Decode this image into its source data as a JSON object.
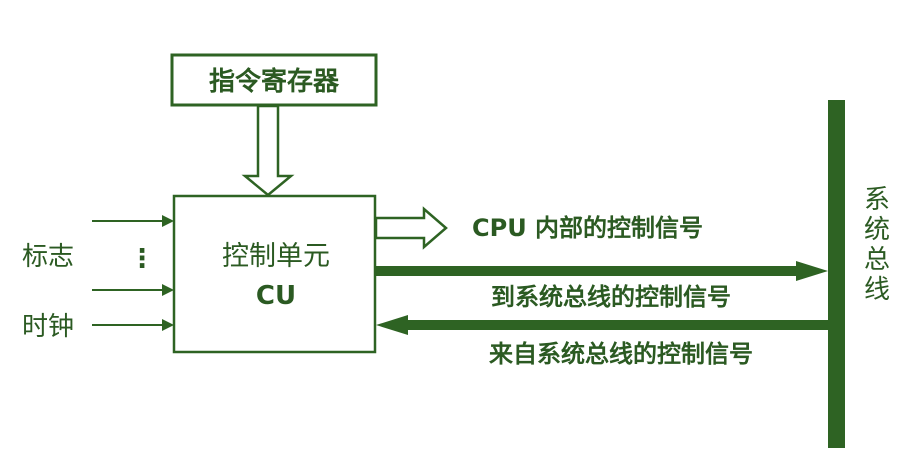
{
  "diagram": {
    "ir_box_label": "指令寄存器",
    "cu_box_label_line1": "控制单元",
    "cu_box_label_line2": "CU",
    "input_flags_label": "标志",
    "input_ellipsis": "⋮",
    "input_clock_label": "时钟",
    "cpu_internal_signal_label": "CPU 内部的控制信号",
    "to_bus_signal_label": "到系统总线的控制信号",
    "from_bus_signal_label": "来自系统总线的控制信号",
    "system_bus_label": [
      "系",
      "统",
      "总",
      "线"
    ],
    "colors": {
      "stroke": "#2e6323",
      "text": "#2b5a22",
      "background": "#ffffff"
    }
  }
}
